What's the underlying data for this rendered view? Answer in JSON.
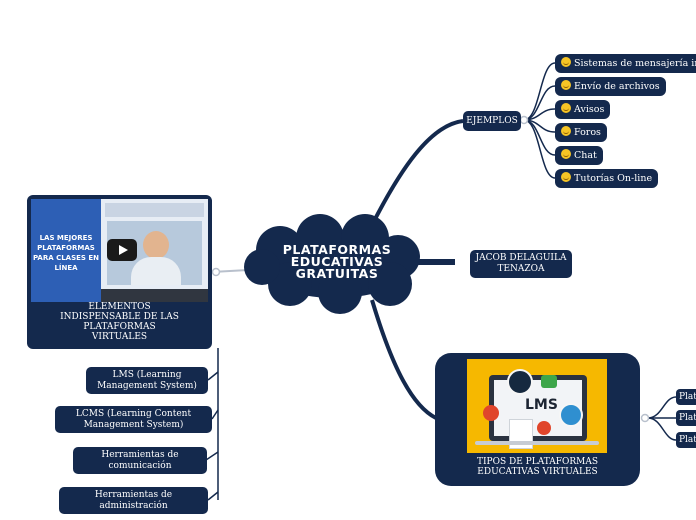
{
  "central": {
    "title_line1": "PLATAFORMAS",
    "title_line2": "EDUCATIVAS",
    "title_line3": "GRATUITAS"
  },
  "ejemplos": {
    "label": "EJEMPLOS",
    "items": [
      {
        "label": "Sistemas de mensajería inst",
        "icon": "smiley-icon"
      },
      {
        "label": "Envío de archivos",
        "icon": "smiley-icon"
      },
      {
        "label": "Avisos",
        "icon": "smiley-icon"
      },
      {
        "label": "Foros",
        "icon": "laughing-icon"
      },
      {
        "label": "Chat",
        "icon": "smiley-icon"
      },
      {
        "label": "Tutorías On-line",
        "icon": "smiley-icon"
      }
    ]
  },
  "author": {
    "line1": "JACOB DELAGUILA",
    "line2": "TENAZOA"
  },
  "elementos": {
    "thumbnail_text": "LAS MEJORES PLATAFORMAS PARA CLASES EN LÍNEA",
    "label_line1": "ELEMENTOS",
    "label_line2": "INDISPENSABLE DE LAS",
    "label_line3": "PLATAFORMAS",
    "label_line4": "VIRTUALES",
    "items": [
      {
        "line1": "LMS (Learning",
        "line2": "Management System)"
      },
      {
        "line1": "LCMS (Learning Content",
        "line2": "Management System)"
      },
      {
        "line1": "Herramientas de",
        "line2": "comunicación"
      },
      {
        "line1": "Herramientas de",
        "line2": "administración"
      }
    ]
  },
  "tipos": {
    "image_text": "LMS",
    "label_line1": "TIPOS DE PLATAFORMAS",
    "label_line2": "EDUCATIVAS VIRTUALES",
    "items": [
      "Plat",
      "Plat",
      "Plat"
    ]
  },
  "colors": {
    "node": "#14294d",
    "accent": "#f6b800",
    "line": "#14294d"
  }
}
